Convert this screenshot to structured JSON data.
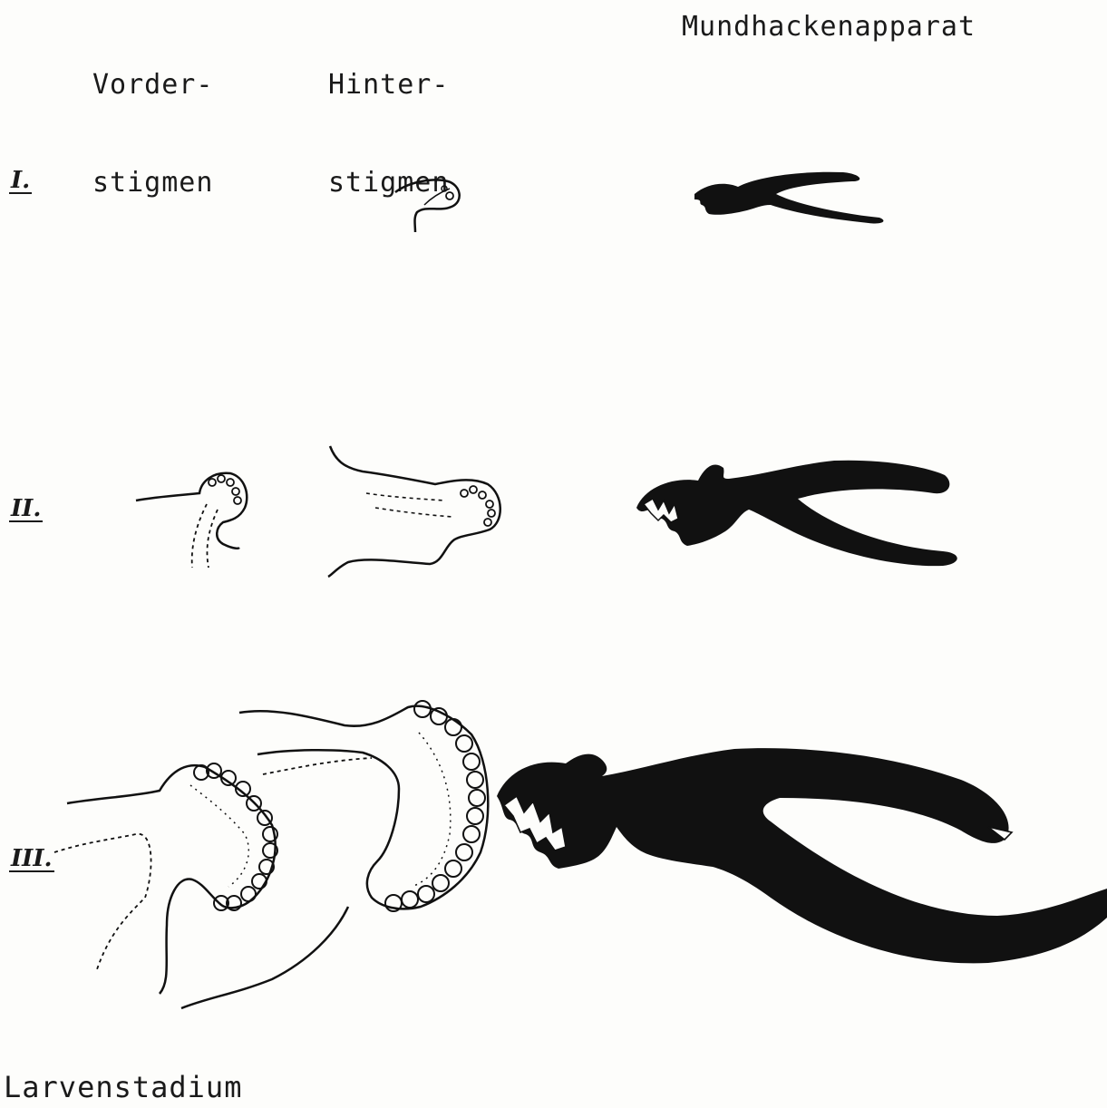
{
  "headers": {
    "vorder": [
      "Vorder-",
      "stigmen"
    ],
    "hinter": [
      "Hinter-",
      "stigmen"
    ],
    "mund": "Mundhackenapparat"
  },
  "stages": [
    "I.",
    "II.",
    "III."
  ],
  "caption": "Larvenstadium",
  "colors": {
    "ink": "#111111",
    "paper": "#fdfdfb"
  }
}
